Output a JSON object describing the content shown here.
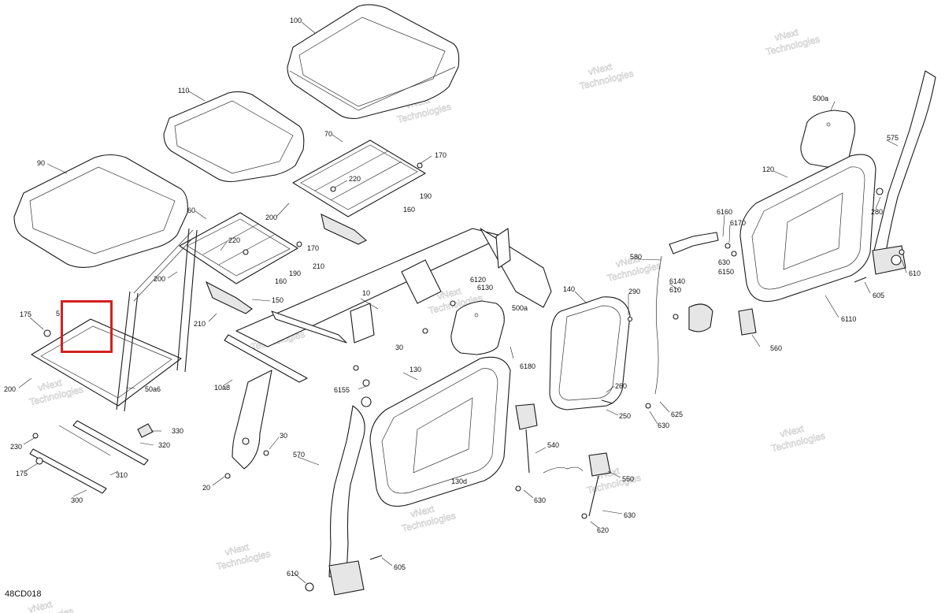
{
  "diagram_code": "48CD018",
  "highlight_color": "#d42020",
  "highlighted_callout": "5",
  "watermark": {
    "line1": "vNext",
    "line2": "Technologies",
    "small": "vNext Technologies"
  },
  "callouts": {
    "c100": "100",
    "c110": "110",
    "c90": "90",
    "c70": "70",
    "c60": "60",
    "c170a": "170",
    "c220a": "220",
    "c190a": "190",
    "c160a": "160",
    "c200a": "200",
    "c220b": "220",
    "c170b": "170",
    "c200b": "200",
    "c190b": "190",
    "c160b": "160",
    "c210a": "210",
    "c150": "150",
    "c210b": "210",
    "c175a": "175",
    "c5": "5",
    "c200c": "200",
    "c50a6": "50a6",
    "c10": "10",
    "c10a8": "10a8",
    "c6120": "6120",
    "c6130": "6130",
    "c500a_mid": "500a",
    "c30a": "30",
    "c6180": "6180",
    "c6155": "6155",
    "c130": "130",
    "c130d": "130d",
    "c330": "330",
    "c320": "320",
    "c230": "230",
    "c175b": "175",
    "c310": "310",
    "c300": "300",
    "c30b": "30",
    "c20": "20",
    "c570": "570",
    "c610a": "610",
    "c605a": "605",
    "c140": "140",
    "c290": "290",
    "c260": "260",
    "c250": "250",
    "c540": "540",
    "c630a": "630",
    "c550": "550",
    "c630b": "630",
    "c620": "620",
    "c580": "580",
    "c6140": "6140",
    "c610b": "610",
    "c625": "625",
    "c630c": "630",
    "c6160": "6160",
    "c6170": "6170",
    "c630d": "630",
    "c6150": "6150",
    "c500a_top": "500a",
    "c120": "120",
    "c575": "575",
    "c280": "280",
    "c610c": "610",
    "c605b": "605",
    "c6110": "6110",
    "c560": "560"
  }
}
